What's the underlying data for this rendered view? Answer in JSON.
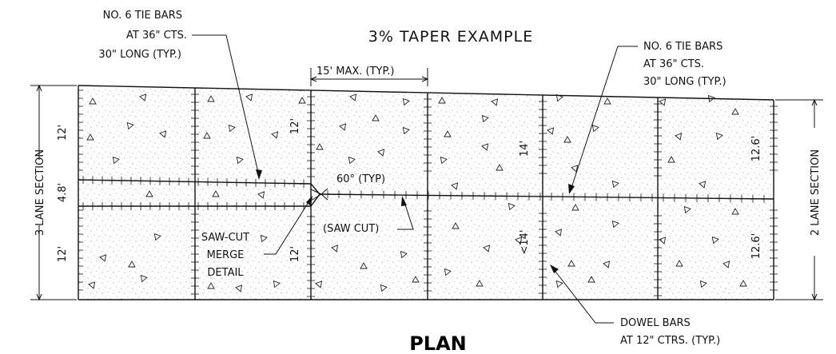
{
  "title": "3% TAPER EXAMPLE",
  "plan_label": "PLAN",
  "callouts": {
    "tie_bars_left": [
      "NO. 6 TIE BARS",
      "AT 36\" CTS.",
      "30\" LONG (TYP.)"
    ],
    "tie_bars_right": [
      "NO. 6 TIE BARS",
      "AT 36\" CTS.",
      "30\" LONG (TYP.)"
    ],
    "dowel_bars": [
      "DOWEL BARS",
      "AT 12\" CTRS. (TYP.)"
    ],
    "saw_cut_merge": [
      "SAW-CUT",
      "MERGE",
      "DETAIL"
    ],
    "saw_cut": "(SAW CUT)",
    "angle": "60° (TYP)",
    "max_spacing": "15' MAX. (TYP.)"
  },
  "dimensions": {
    "three_lane_section": "3 LANE SECTION",
    "two_lane_section": "2 LANE SECTION",
    "lane_12_top": "12'",
    "lane_4_8": "4.8'",
    "lane_12_bottom": "12'",
    "mid_12_top": "12'",
    "mid_12_bottom": "12'",
    "taper_14": "14'",
    "taper_lt_14": "<14'",
    "right_12_6_top": "12.6'",
    "right_12_6_bottom": "12.6'"
  }
}
